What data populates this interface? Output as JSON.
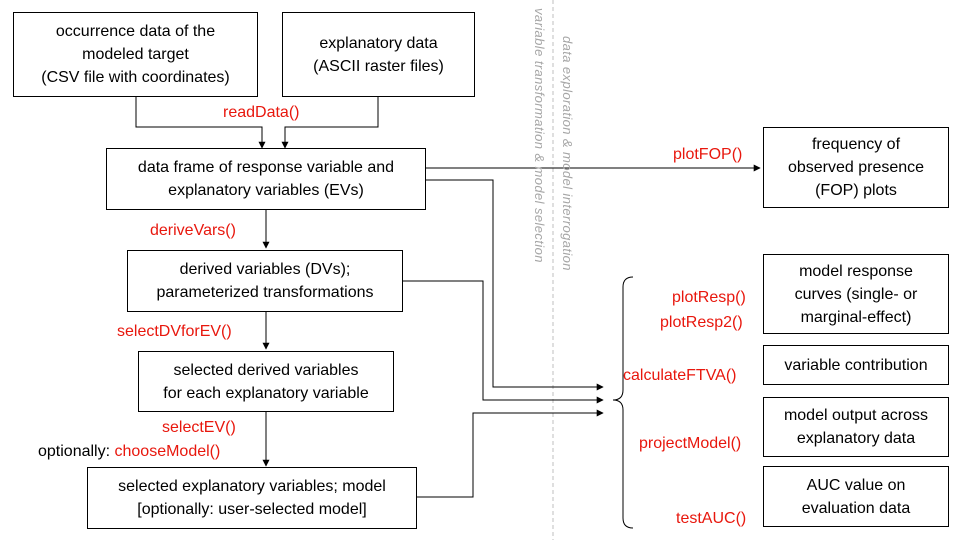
{
  "boxes": {
    "occurrence": [
      "occurrence data of the",
      "modeled target",
      "(CSV file with coordinates)"
    ],
    "explanatory": [
      "explanatory data",
      "(ASCII raster files)"
    ],
    "dataframe": [
      "data frame of response variable and",
      "explanatory variables (EVs)"
    ],
    "fop": [
      "frequency of",
      "observed presence",
      "(FOP) plots"
    ],
    "derived": [
      "derived variables (DVs);",
      "parameterized transformations"
    ],
    "selected_dv": [
      "selected derived variables",
      "for each explanatory variable"
    ],
    "selected_ev": [
      "selected explanatory variables; model",
      "[optionally: user-selected model]"
    ],
    "resp_curves": [
      "model response",
      "curves (single- or",
      "marginal-effect)"
    ],
    "contribution": [
      "variable contribution"
    ],
    "output": [
      "model output across",
      "explanatory data"
    ],
    "auc": [
      "AUC value on",
      "evaluation data"
    ]
  },
  "functions": {
    "readData": "readData()",
    "plotFOP": "plotFOP()",
    "deriveVars": "deriveVars()",
    "selectDVforEV": "selectDVforEV()",
    "selectEV": "selectEV()",
    "optionally_prefix": "optionally: ",
    "chooseModel": "chooseModel()",
    "plotResp": "plotResp()",
    "plotResp2": "plotResp2()",
    "calculateFTVA": "calculateFTVA()",
    "projectModel": "projectModel()",
    "testAUC": "testAUC()"
  },
  "side_labels": {
    "left": "variable transformation   &   model selection",
    "right": "data exploration   &   model interrogation"
  },
  "colors": {
    "function": "#e8170d",
    "divider": "#bfbfbf",
    "side_label": "#a6a6a6"
  }
}
